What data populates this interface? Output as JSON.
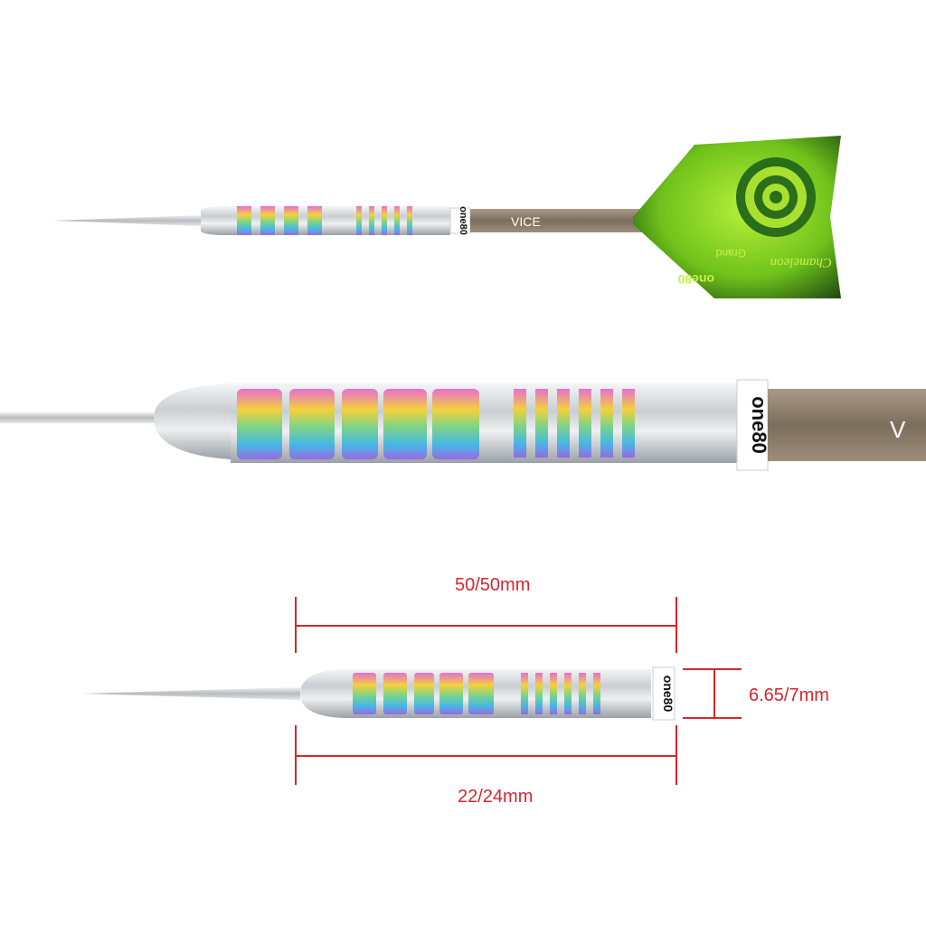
{
  "product": {
    "brand_marking": "one80",
    "shaft_marking": "VICE",
    "flight_text_1": "Chameleon",
    "flight_text_2": "Grand",
    "flight_brand": "one80"
  },
  "dimensions": {
    "total_length": "50/50mm",
    "barrel_length": "22/24mm",
    "barrel_diameter": "6.65/7mm"
  },
  "colors": {
    "dimension_red": "#d7262e",
    "flight_green": "#8fd61a",
    "shaft_bronze": "#8a7b68",
    "barrel_silver": "#d9dde0"
  }
}
